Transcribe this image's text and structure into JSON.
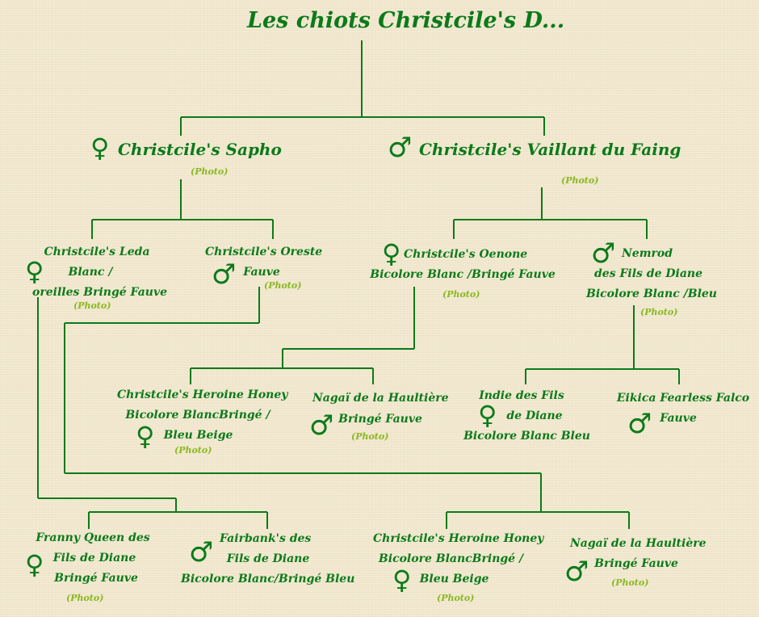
{
  "title": "Les chiots Christcile's D...",
  "photo": "(Photo)",
  "female_symbol": "♀",
  "male_symbol": "♂",
  "sapho": "Christcile's Sapho",
  "vaillant": "Christcile's Vaillant du Faing",
  "leda": {
    "l1": "Christcile's Leda",
    "l2": "Blanc /",
    "l3": "oreilles Bringé Fauve"
  },
  "oreste": {
    "l1": "Christcile's Oreste",
    "l2": "Fauve"
  },
  "oenone": {
    "l1": "Christcile's Oenone",
    "l2": "Bicolore Blanc /Bringé Fauve"
  },
  "nemrod": {
    "l1": "Nemrod",
    "l2": "des Fils de Diane",
    "l3": "Bicolore Blanc /Bleu"
  },
  "heroine": {
    "l1": "Christcile's Heroine Honey",
    "l2": "Bicolore BlancBringé /",
    "l3": "Bleu Beige"
  },
  "nagai": {
    "l1": "Nagaï de la Haultière",
    "l2": "Bringé Fauve"
  },
  "indie": {
    "l1": "Indie des Fils",
    "l2": "de Diane",
    "l3": "Bicolore Blanc Bleu"
  },
  "eikica": {
    "l1": "Eikica Fearless Falco",
    "l2": "Fauve"
  },
  "franny": {
    "l1": "Franny Queen des",
    "l2": "Fils de Diane",
    "l3": "Bringé Fauve"
  },
  "fairbank": {
    "l1": "Fairbank's des",
    "l2": "Fils de Diane",
    "l3": "Bicolore Blanc/Bringé Bleu"
  },
  "heroine2": {
    "l1": "Christcile's Heroine Honey",
    "l2": "Bicolore BlancBringé /",
    "l3": "Bleu Beige"
  },
  "nagai2": {
    "l1": "Nagaï de la Haultière",
    "l2": "Bringé Fauve"
  }
}
